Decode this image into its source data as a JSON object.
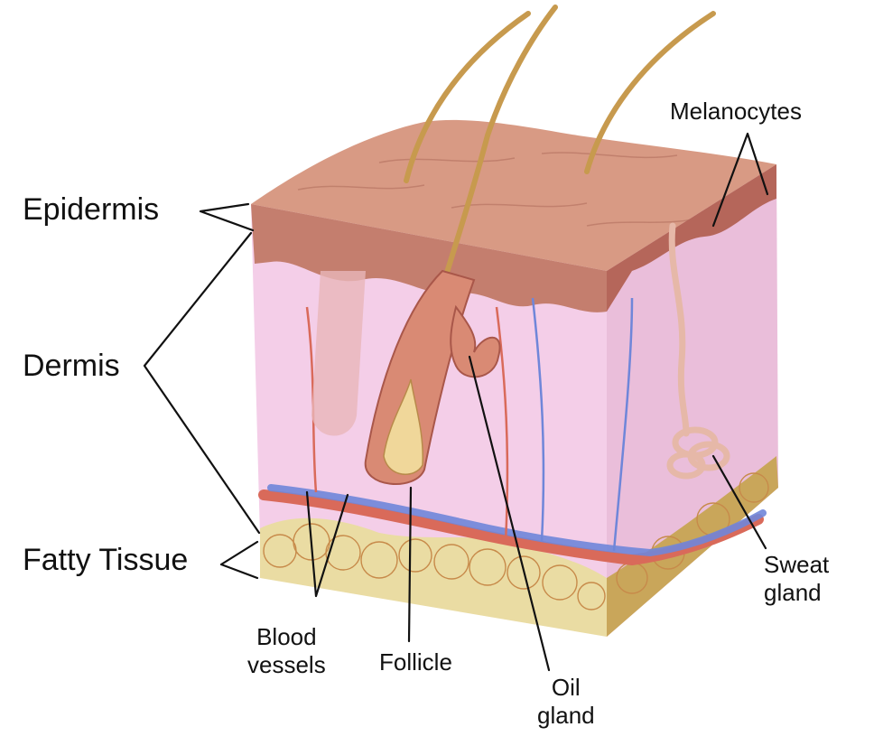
{
  "labels": {
    "epidermis": "Epidermis",
    "dermis": "Dermis",
    "fatty_tissue": "Fatty Tissue",
    "melanocytes": "Melanocytes",
    "sweat_gland": "Sweat\ngland",
    "blood_vessels": "Blood\nvessels",
    "follicle": "Follicle",
    "oil_gland": "Oil\ngland"
  },
  "colors": {
    "surface": "#d89a84",
    "epidermis_band": "#b5665a",
    "epidermis_front": "#c47e6e",
    "dermis": "#f2c6e4",
    "dermis_side": "#e6b3d3",
    "fat": "#eadca3",
    "fat_side": "#c9a65a",
    "artery": "#d96a5a",
    "vein": "#6f86d9",
    "hair": "#c79a4e"
  }
}
